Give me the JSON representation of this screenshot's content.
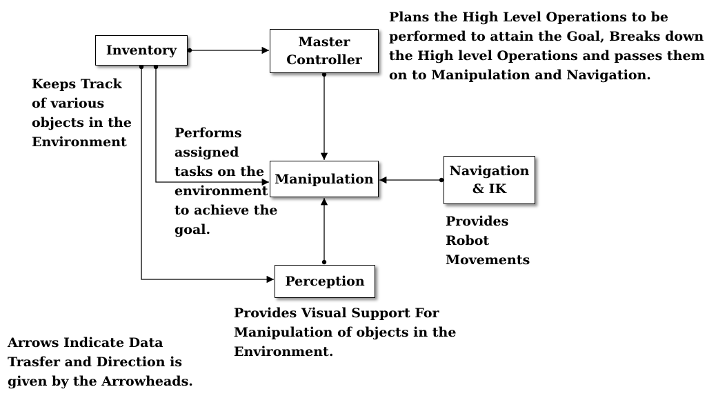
{
  "nodes": {
    "inventory": "Inventory",
    "master_controller": "Master\nController",
    "manipulation": "Manipulation",
    "navigation": "Navigation\n& IK",
    "perception": "Perception"
  },
  "notes": {
    "master_controller": "Plans the High Level Operations to be\nperformed to attain the Goal, Breaks down\nthe High level Operations  and passes them\non to Manipulation and Navigation.",
    "inventory": "Keeps Track\nof various\nobjects in the\nEnvironment",
    "manipulation": "Performs\nassigned\ntasks on the\nenvironment\nto achieve the\ngoal.",
    "navigation": "Provides\nRobot\nMovements",
    "perception": "Provides Visual Support  For\nManipulation of objects in the\nEnvironment.",
    "legend": "Arrows Indicate Data\nTrasfer and Direction is\ngiven by the Arrowheads."
  },
  "colors": {
    "line": "#000000",
    "box_border": "#000000",
    "box_fill": "#ffffff"
  }
}
